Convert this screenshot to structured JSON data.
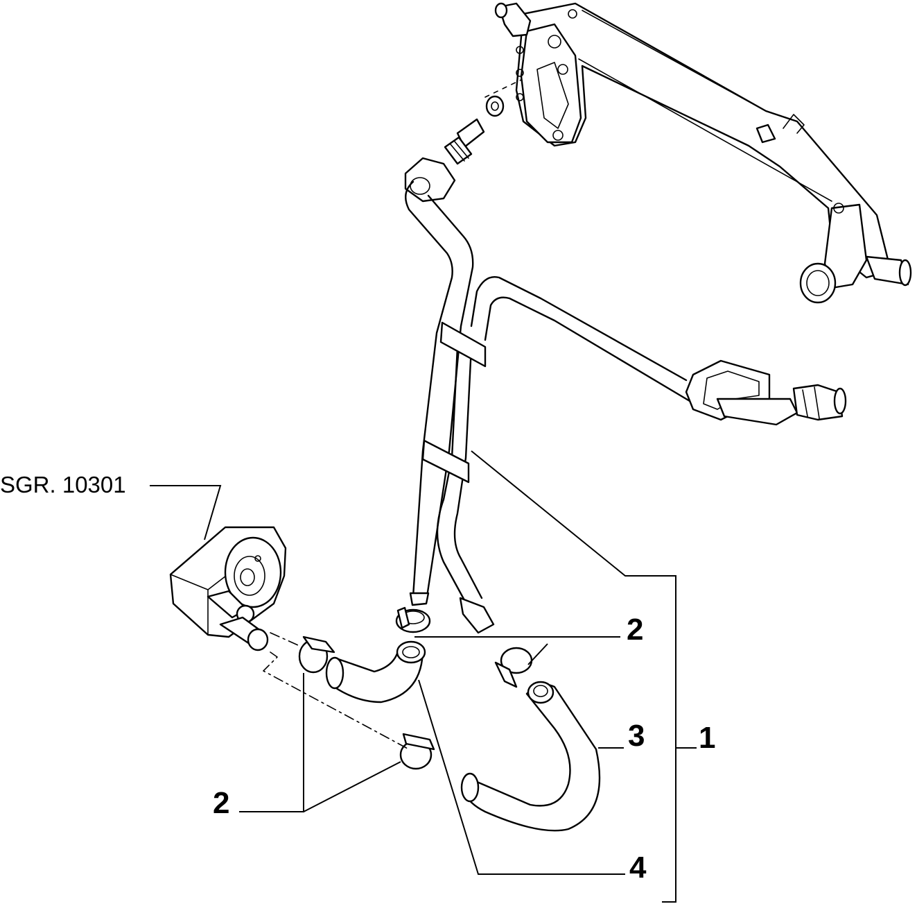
{
  "reference": {
    "text": "SGR. 10301"
  },
  "callouts": {
    "item_1": "1",
    "item_2_top": "2",
    "item_2_bottom": "2",
    "item_3": "3",
    "item_4": "4"
  }
}
